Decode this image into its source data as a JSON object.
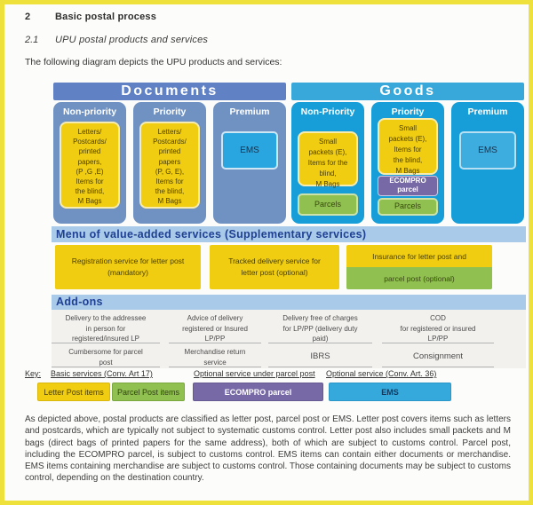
{
  "page": {
    "section_number": "2",
    "section_title": "Basic postal process",
    "subsection_number": "2.1",
    "subsection_title": "UPU postal products and services",
    "intro": "The following diagram depicts the UPU products and services:",
    "closing": "As depicted above, postal products are classified as letter post, parcel post or EMS. Letter post covers items such as letters and postcards, which are typically not subject to systematic customs control. Letter post also includes small packets and M bags (direct bags of printed papers for the same address), both of which are subject to customs control. Parcel post, including the ECOMPRO parcel, is subject to customs control. EMS items can contain either documents or merchandise. EMS items containing merchandise are subject to customs control. Those containing documents may be subject to customs control, depending on the destination country."
  },
  "diagram": {
    "documents": {
      "title": "Documents",
      "columns": [
        {
          "label": "Non-priority",
          "box": "Letters/\nPostcards/\nprinted\npapers,\n(P ,G ,E)\nItems for\nthe blind,\nM Bags"
        },
        {
          "label": "Priority",
          "box": "Letters/\nPostcards/\nprinted\npapers\n(P, G, E),\nItems for\nthe blind,\nM Bags"
        },
        {
          "label": "Premium",
          "ems": "EMS"
        }
      ]
    },
    "goods": {
      "title": "Goods",
      "columns": [
        {
          "label": "Non-Priority",
          "box": "Small\npackets (E),\nItems for the\nblind,\nM Bags",
          "parcels": "Parcels"
        },
        {
          "label": "Priority",
          "box": "Small\npackets (E),\nItems for\nthe blind,\nM Bags",
          "ecompro": "ECOMPRO\nparcel",
          "parcels": "Parcels"
        },
        {
          "label": "Premium",
          "ems": "EMS"
        }
      ]
    },
    "menu_title": "Menu of value-added services (Supplementary services)",
    "value_added": [
      {
        "text": "Registration service for letter post\n(mandatory)"
      },
      {
        "text": "Tracked delivery service for\nletter post (optional)"
      },
      {
        "top": "Insurance for letter post and",
        "bottom": "parcel post (optional)"
      }
    ],
    "addons": {
      "title": "Add-ons",
      "row1": [
        "Delivery to the addressee\nin person for\nregistered/insured LP",
        "Advice of delivery\nregistered or Insured\nLP/PP",
        "Delivery free of charges\nfor LP/PP (delivery duty\npaid)",
        "COD\nfor registered or insured\nLP/PP"
      ],
      "row2": [
        "Cumbersome for parcel\npost",
        "Merchandise return\nservice",
        "IBRS",
        "Consignment"
      ]
    },
    "key": {
      "label": "Key:",
      "headings": [
        "Basic services (Conv. Art 17)",
        "Optional service under parcel post",
        "Optional service (Conv. Art. 36)"
      ],
      "boxes": {
        "letter": "Letter Post items",
        "parcel": "Parcel Post items",
        "ecompro": "ECOMPRO parcel",
        "ems": "EMS"
      }
    }
  },
  "colors": {
    "frame_yellow": "#efe13b",
    "documents_bar": "#6081c4",
    "documents_column": "#6f92c3",
    "goods_bar": "#38a8da",
    "goods_column": "#179ed8",
    "item_yellow": "#f1cd12",
    "parcel_green": "#8fc050",
    "ecompro_purple": "#7768a6",
    "ems_blue": "#29a6df",
    "band_blue": "#a9cbe9",
    "band_text_navy": "#1f4093"
  }
}
